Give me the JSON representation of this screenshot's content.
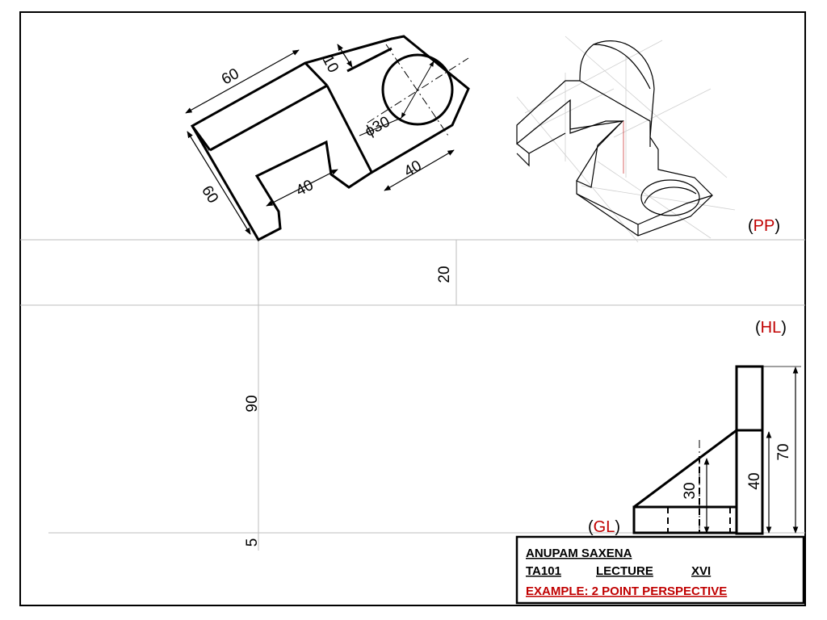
{
  "drawing": {
    "plan_dims": {
      "top": "60",
      "left": "60",
      "inner": "40",
      "thickness": "10",
      "hole": "ϕ30",
      "lug": "40"
    },
    "gap_dim": "20",
    "height_dim": "90",
    "ground_dim": "5",
    "elevation_dims": {
      "overall": "70",
      "mid": "40",
      "small": "30"
    },
    "labels": {
      "pp": {
        "open": "(",
        "code": "PP",
        "close": ")"
      },
      "hl": {
        "open": "(",
        "code": "HL",
        "close": ")"
      },
      "gl": {
        "open": "(",
        "code": "GL",
        "close": ")"
      }
    }
  },
  "title_block": {
    "author": "ANUPAM SAXENA",
    "course": "TA101",
    "lecture": "LECTURE",
    "number": "XVI",
    "example": "EXAMPLE: 2 POINT PERSPECTIVE"
  },
  "colors": {
    "accent": "#c00000",
    "line": "#000000",
    "construction": "#bdbdbd"
  }
}
